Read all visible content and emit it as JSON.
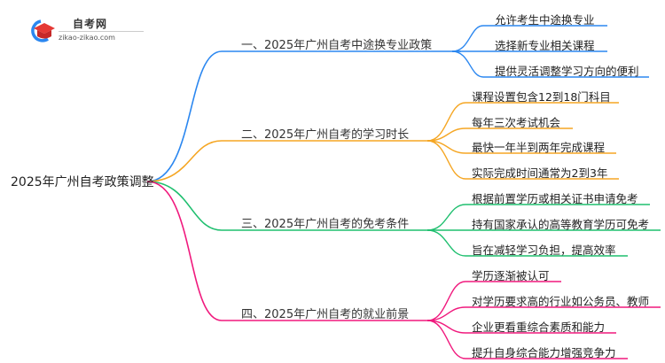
{
  "logo": {
    "title": "自考网",
    "subtitle": "zikao-zikao.com",
    "icon": "graduation-cap-icon"
  },
  "mindmap": {
    "root": "2025年广州自考政策调整",
    "colors": {
      "branch1": "#2b87f0",
      "branch2": "#f5a623",
      "branch3": "#1fbf6f",
      "branch4": "#f0197d"
    },
    "branches": [
      {
        "label": "一、2025年广州自考中途换专业政策",
        "color": "#2b87f0",
        "children": [
          "允许考生中途换专业",
          "选择新专业相关课程",
          "提供灵活调整学习方向的便利"
        ]
      },
      {
        "label": "二、2025年广州自考的学习时长",
        "color": "#f5a623",
        "children": [
          "课程设置包含12到18门科目",
          "每年三次考试机会",
          "最快一年半到两年完成课程",
          "实际完成时间通常为2到3年"
        ]
      },
      {
        "label": "三、2025年广州自考的免考条件",
        "color": "#1fbf6f",
        "children": [
          "根据前置学历或相关证书申请免考",
          "持有国家承认的高等教育学历可免考",
          "旨在减轻学习负担，提高效率"
        ]
      },
      {
        "label": "四、2025年广州自考的就业前景",
        "color": "#f0197d",
        "children": [
          "学历逐渐被认可",
          "对学历要求高的行业如公务员、教师",
          "企业更看重综合素质和能力",
          "提升自身综合能力增强竞争力"
        ]
      }
    ]
  }
}
